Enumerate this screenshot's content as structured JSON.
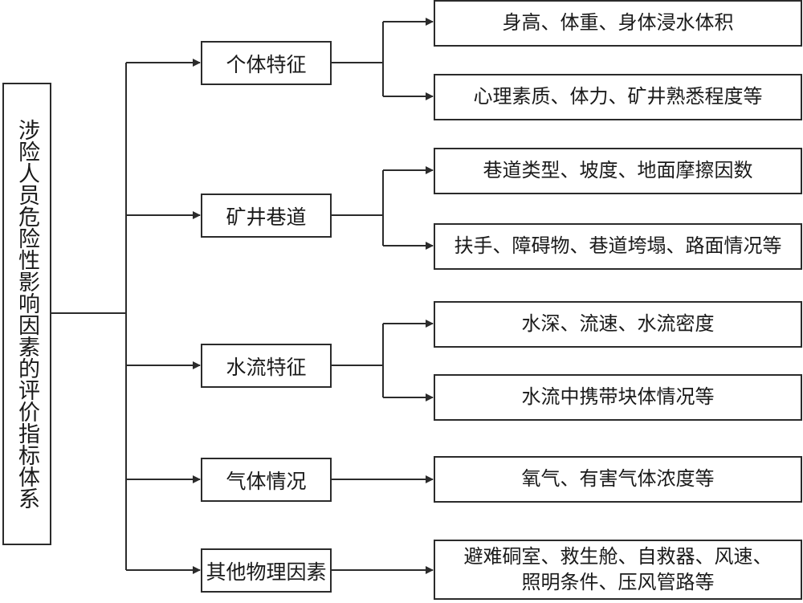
{
  "root": {
    "label": "涉险人员危险性影响因素的评价指标体系"
  },
  "categories": [
    {
      "label": "个体特征",
      "details": [
        "身高、体重、身体浸水体积",
        "心理素质、体力、矿井熟悉程度等"
      ]
    },
    {
      "label": "矿井巷道",
      "details": [
        "巷道类型、坡度、地面摩擦因数",
        "扶手、障碍物、巷道垮塌、路面情况等"
      ]
    },
    {
      "label": "水流特征",
      "details": [
        "水深、流速、水流密度",
        "水流中携带块体情况等"
      ]
    },
    {
      "label": "气体情况",
      "details": [
        "氧气、有害气体浓度等"
      ]
    },
    {
      "label": "其他物理因素",
      "details": [
        "避难硐室、救生舱、自救器、风速、\n照明条件、压风管路等"
      ]
    }
  ],
  "colors": {
    "line": "#2b2b2b",
    "text": "#1a1a1a",
    "background": "#ffffff"
  }
}
